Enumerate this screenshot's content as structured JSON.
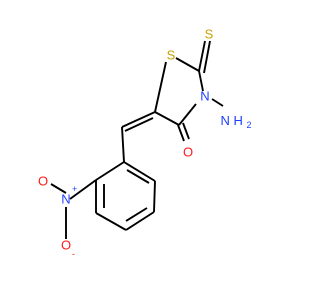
{
  "atoms": {
    "s_thione": "S",
    "s_ring": "S",
    "n_ring": "N",
    "nh2_n": "N",
    "nh2_h": "H",
    "nh2_sub": "2",
    "o_carbonyl": "O",
    "o_nitro": "O",
    "o_nitro_charge": "-",
    "n_nitro": "N",
    "n_nitro_charge": "+"
  },
  "colors": {
    "carbon": "#000000",
    "sulfur": "#c8a000",
    "nitrogen": "#1f3fff",
    "oxygen": "#ff1a1a"
  }
}
